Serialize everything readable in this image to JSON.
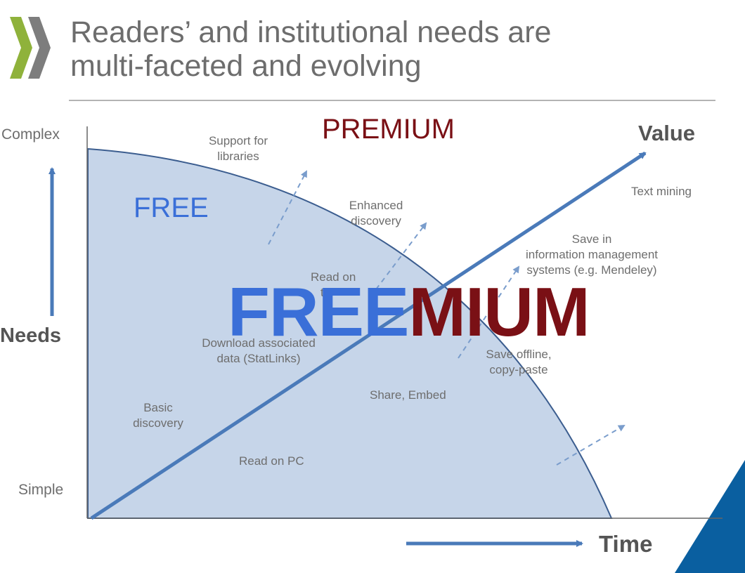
{
  "title": {
    "line1": "Readers’ and institutional needs are",
    "line2": "multi-faceted and evolving"
  },
  "axes": {
    "y_top": "Complex",
    "y_mid": "Needs",
    "y_bottom": "Simple",
    "x": "Time",
    "value": "Value"
  },
  "zones": {
    "premium": "PREMIUM",
    "free": "FREE",
    "freemium_part1": "FREE",
    "freemium_part2": "MIUM"
  },
  "labels": {
    "support_libraries_1": "Support for",
    "support_libraries_2": "libraries",
    "enhanced_discovery_1": "Enhanced",
    "enhanced_discovery_2": "discovery",
    "text_mining": "Text mining",
    "save_in_1": "Save in",
    "save_in_2": "information management",
    "save_in_3": "systems (e.g. Mendeley)",
    "read_on_1": "Read on",
    "read_on_2": "t",
    "download_1": "Download associated",
    "download_2": "data (StatLinks)",
    "save_offline_1": "Save offline,",
    "save_offline_2": "copy-paste",
    "share_embed": "Share, Embed",
    "basic_discovery_1": "Basic",
    "basic_discovery_2": "discovery",
    "read_on_pc": "Read on PC"
  },
  "colors": {
    "free_blue": "#3a6fd8",
    "premium_red": "#7a1015",
    "curve_fill": "#c6d5e9",
    "arrow_blue": "#4a7ab9",
    "logo_green": "#8fb23b",
    "logo_gray": "#7d7d7d",
    "corner_blue": "#0a5fa0"
  }
}
